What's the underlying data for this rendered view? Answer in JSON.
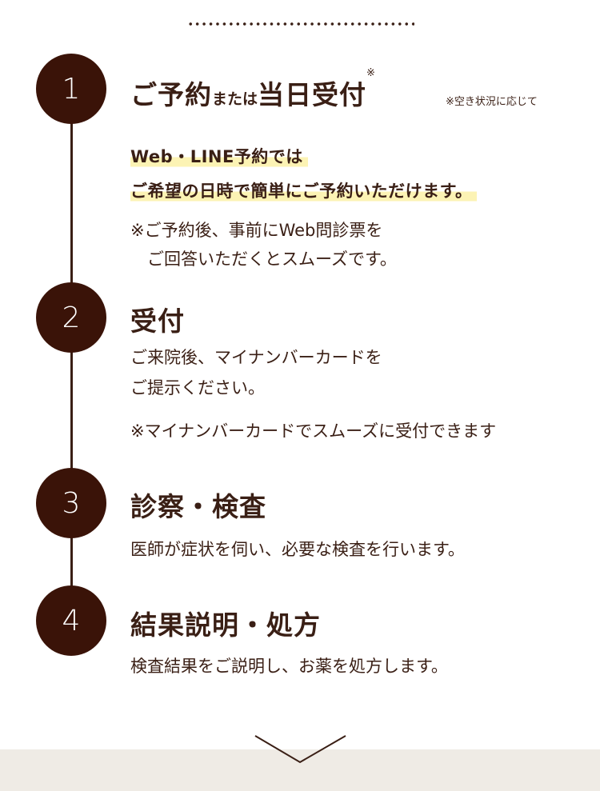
{
  "steps": [
    {
      "number": "1",
      "title_main": "ご予約",
      "title_small": "または",
      "title_main2": "当日受付",
      "title_sup": "※",
      "aside_note": "※空き状況に応じて",
      "highlight_lines": [
        "Web・LINE予約では",
        "ご希望の日時で簡単にご予約いただけます。"
      ],
      "note_lines": [
        "※ご予約後、事前にWeb問診票を",
        "　ご回答いただくとスムーズです。"
      ]
    },
    {
      "number": "2",
      "title": "受付",
      "body_lines": [
        "ご来院後、マイナンバーカードを",
        "ご提示ください。"
      ],
      "note": "※マイナンバーカードでスムーズに受付できます"
    },
    {
      "number": "3",
      "title": "診察・検査",
      "body": "医師が症状を伺い、必要な検査を行います。"
    },
    {
      "number": "4",
      "title": "結果説明・処方",
      "body": "検査結果をご説明し、お薬を処方します。"
    }
  ],
  "colors": {
    "primary": "#3a1308",
    "text": "#3a1f15",
    "highlight": "#fcf3b4",
    "band": "#efebe5"
  },
  "icons": {
    "divider": "dotted-divider",
    "chevron": "chevron-down-icon"
  }
}
